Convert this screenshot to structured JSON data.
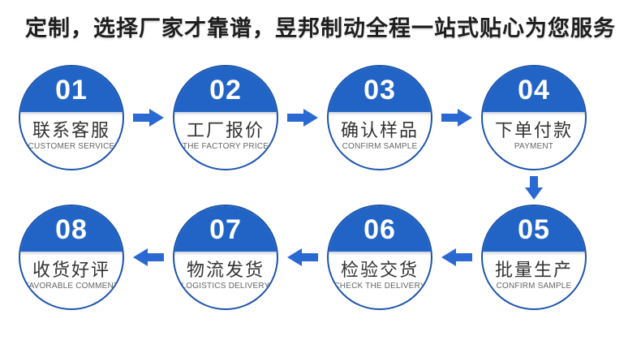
{
  "title": "定制，选择厂家才靠谱，昱邦制动全程一站式贴心为您服务",
  "colors": {
    "primary_blue": "#2164c6",
    "circle_border": "#1c54ac",
    "arrow_blue": "#2b69d2",
    "number_text": "#ffffff",
    "label_zh": "#333333",
    "label_en": "#666666",
    "title_text": "#1e1e1e"
  },
  "steps": [
    {
      "number": "01",
      "zh": "联系客服",
      "en": "CUSTOMER SERVICE"
    },
    {
      "number": "02",
      "zh": "工厂报价",
      "en": "THE FACTORY PRICE"
    },
    {
      "number": "03",
      "zh": "确认样品",
      "en": "CONFIRM SAMPLE"
    },
    {
      "number": "04",
      "zh": "下单付款",
      "en": "PAYMENT"
    },
    {
      "number": "05",
      "zh": "批量生产",
      "en": "CONFIRM SAMPLE"
    },
    {
      "number": "06",
      "zh": "检验交货",
      "en": "CHECK THE DELIVERY"
    },
    {
      "number": "07",
      "zh": "物流发货",
      "en": "LOGISTICS DELIVERY"
    },
    {
      "number": "08",
      "zh": "收货好评",
      "en": "FAVORABLE COMMENT"
    }
  ]
}
